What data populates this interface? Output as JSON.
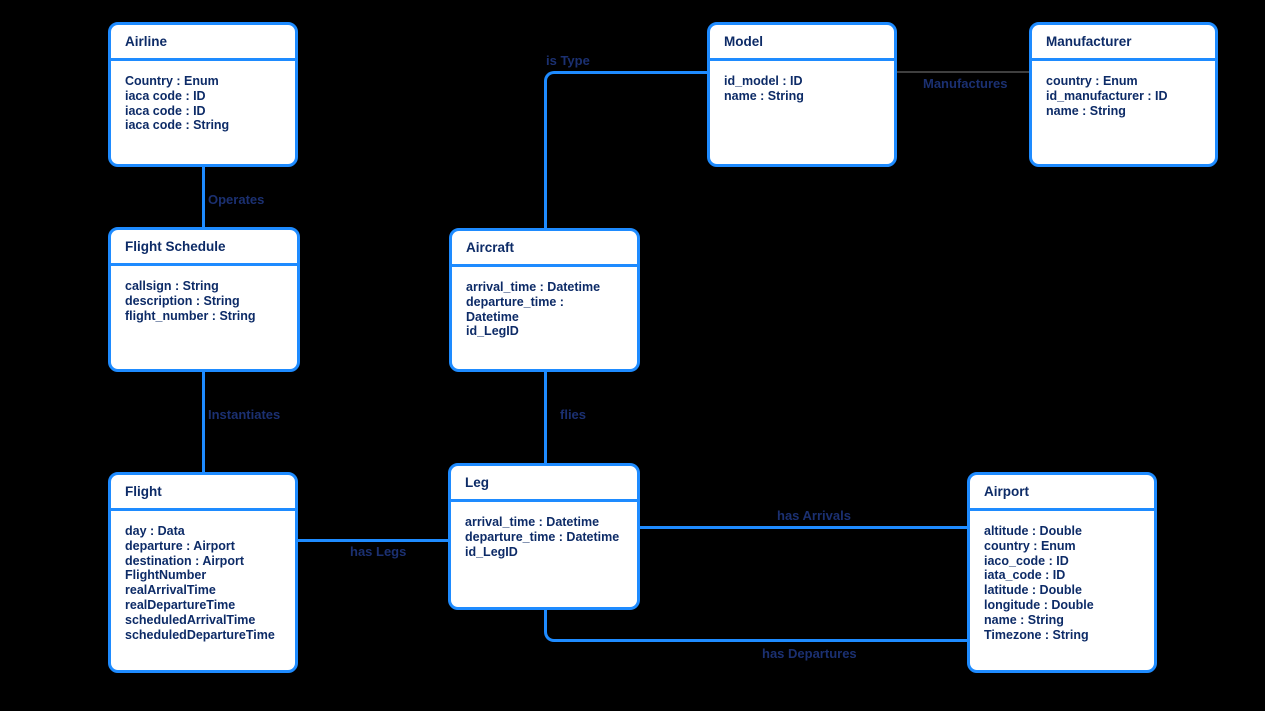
{
  "diagram": {
    "type": "entity-relationship",
    "background": "#000000"
  },
  "colors": {
    "accent_line": "#1e8bff",
    "entity_fill": "#ffffff",
    "entity_text": "#0d2b67",
    "relationship_label_text": "#1b3071",
    "manufactures_line": "#3f3f3f"
  },
  "entities": [
    {
      "title": "Airline",
      "attributes": [
        "Country : Enum",
        "iaca code : ID",
        "iaca code : ID",
        "iaca code : String"
      ]
    },
    {
      "title": "Flight Schedule",
      "attributes": [
        "callsign : String",
        "description : String",
        "flight_number : String"
      ]
    },
    {
      "title": "Flight",
      "attributes": [
        "day : Data",
        "departure : Airport",
        "destination : Airport",
        "FlightNumber",
        "realArrivalTime",
        "realDepartureTime",
        "scheduledArrivalTime",
        "scheduledDepartureTime"
      ]
    },
    {
      "title": "Aircraft",
      "attributes": [
        "arrival_time : Datetime",
        "departure_time :",
        "Datetime",
        "id_LegID"
      ]
    },
    {
      "title": "Leg",
      "attributes": [
        "arrival_time : Datetime",
        "departure_time : Datetime",
        "id_LegID"
      ]
    },
    {
      "title": "Model",
      "attributes": [
        "id_model : ID",
        "name : String"
      ]
    },
    {
      "title": "Manufacturer",
      "attributes": [
        "country : Enum",
        "id_manufacturer : ID",
        "name : String"
      ]
    },
    {
      "title": "Airport",
      "attributes": [
        "altitude : Double",
        "country : Enum",
        "iaco_code : ID",
        "iata_code : ID",
        "latitude : Double",
        "longitude : Double",
        "name : String",
        "Timezone : String"
      ]
    }
  ],
  "relationships": [
    {
      "label": "Operates",
      "from": "Airline",
      "to": "Flight Schedule"
    },
    {
      "label": "Instantiates",
      "from": "Flight Schedule",
      "to": "Flight"
    },
    {
      "label": "is Type",
      "from": "Aircraft",
      "to": "Model"
    },
    {
      "label": "Manufactures",
      "from": "Model",
      "to": "Manufacturer"
    },
    {
      "label": "flies",
      "from": "Aircraft",
      "to": "Leg"
    },
    {
      "label": "has Legs",
      "from": "Flight",
      "to": "Leg"
    },
    {
      "label": "has Arrivals",
      "from": "Leg",
      "to": "Airport"
    },
    {
      "label": "has Departures",
      "from": "Leg",
      "to": "Airport"
    }
  ]
}
